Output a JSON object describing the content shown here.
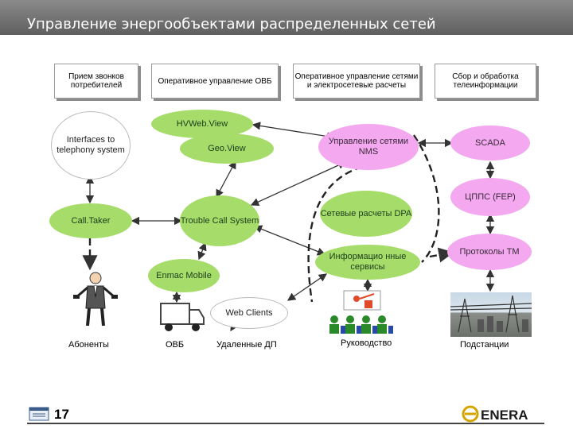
{
  "title": "Управление энергообъектами распределенных сетей",
  "headers": {
    "calls": "Прием звонков потребителей",
    "ovb": "Оперативное управление ОВБ",
    "networks": "Оперативное управление сетями и электросетевые расчеты",
    "telemetry": "Сбор и обработка телеинформации"
  },
  "nodes": {
    "telephony": "Interfaces to telephony system",
    "hvweb": "HVWeb.View",
    "geoview": "Geo.View",
    "nms": "Управление сетями NMS",
    "scada": "SCADA",
    "calltaker": "Call.Taker",
    "trouble": "Trouble Call System",
    "dpa": "Сетевые расчеты DPA",
    "fep": "ЦППС (FEP)",
    "info": "Информацио нные сервисы",
    "protocols": "Протоколы ТМ",
    "enmac": "Enmac Mobile",
    "webclients": "Web Clients"
  },
  "labels": {
    "subscribers": "Абоненты",
    "ovb": "ОВБ",
    "remote": "Удаленные ДП",
    "management": "Руководство",
    "substations": "Подстанции"
  },
  "footer": {
    "page": "17",
    "logo": "ENERA"
  },
  "colors": {
    "green": "#a6dc6a",
    "pink": "#f3a8ef",
    "arrow": "#333333"
  }
}
